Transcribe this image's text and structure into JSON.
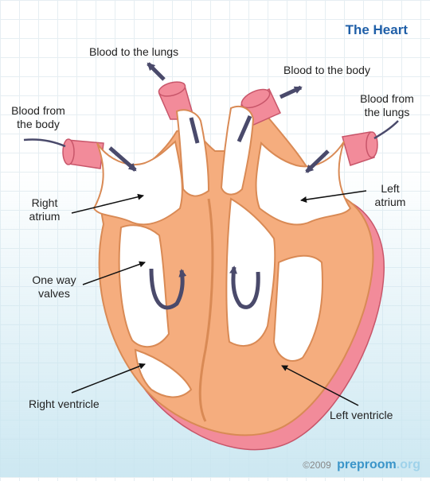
{
  "title": "The Heart",
  "labels": {
    "lungs_out": "Blood to the lungs",
    "body_out": "Blood to the body",
    "body_in": [
      "Blood from",
      "the body"
    ],
    "lungs_in": [
      "Blood from",
      "the lungs"
    ],
    "right_atrium": [
      "Right",
      "atrium"
    ],
    "left_atrium": [
      "Left",
      "atrium"
    ],
    "valves": [
      "One way",
      "valves"
    ],
    "right_ventricle": "Right ventricle",
    "left_ventricle": "Left ventricle"
  },
  "footer": {
    "copyright": "©2009",
    "brand_a": "prep",
    "brand_b": "room",
    "brand_c": ".org"
  },
  "colors": {
    "muscle": "#f5ad7e",
    "outline": "#d98a55",
    "vessel": "#f28b9a",
    "arrow": "#4a4a6b",
    "title": "#1f5fa8"
  }
}
